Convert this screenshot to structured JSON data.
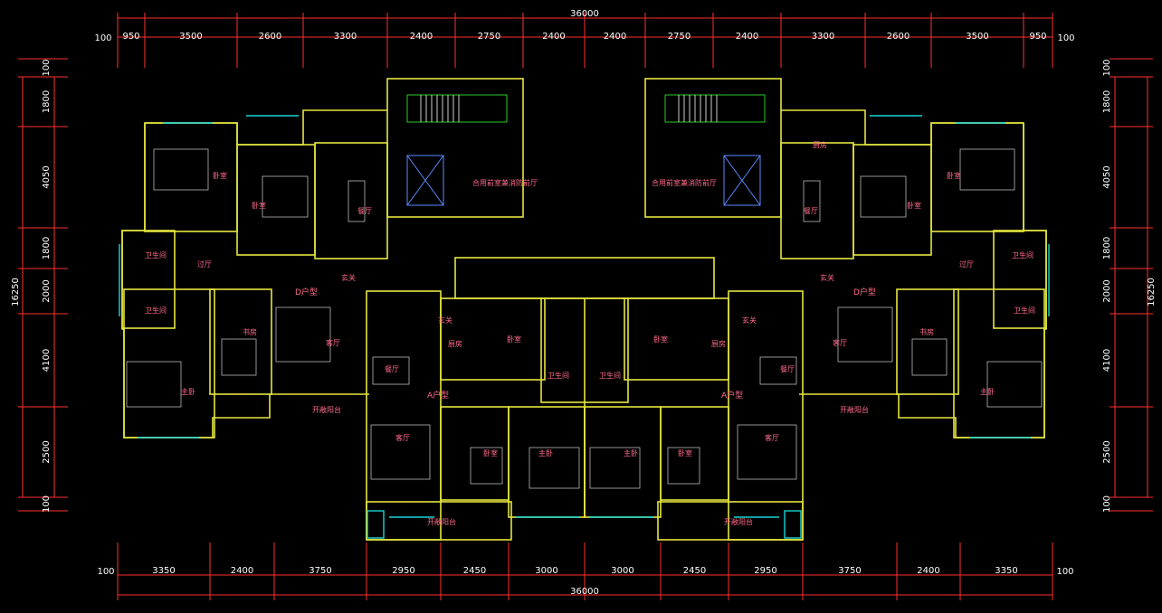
{
  "colors": {
    "background": "#000000",
    "dimension_line": "#ff3030",
    "dimension_text": "#ffffff",
    "wall": "#e6e640",
    "window": "#19d6d6",
    "room_label": "#ff6b8a",
    "furniture": "#b8b8b8",
    "fixture": "#2fe02f"
  },
  "dimensions": {
    "top_total": "36000",
    "bottom_total": "36000",
    "top_segments": [
      "950",
      "3500",
      "2600",
      "3300",
      "2400",
      "2750",
      "2400",
      "2400",
      "2750",
      "2400",
      "3300",
      "2600",
      "3500",
      "950"
    ],
    "top_edge_left": "100",
    "top_edge_right": "100",
    "bottom_segments": [
      "3350",
      "2400",
      "3750",
      "2950",
      "2450",
      "3000",
      "3000",
      "2450",
      "2950",
      "3750",
      "2400",
      "3350"
    ],
    "bottom_edge_left": "100",
    "bottom_edge_right": "100",
    "left_total": "16250",
    "right_total": "16250",
    "vertical_segments": [
      "100",
      "1800",
      "4050",
      "1800",
      "2000",
      "4100",
      "2500",
      "100"
    ]
  },
  "rooms": {
    "stair_hall_left": "合用前室兼消防前厅",
    "stair_hall_right": "合用前室兼消防前厅",
    "bedroom": "卧室",
    "bedroom_b": "卧室",
    "dining": "餐厅",
    "kitchen": "厨房",
    "corridor": "过厅",
    "bath": "卫生间",
    "bath_b": "卫生间",
    "foyer": "玄关",
    "study": "书房",
    "living": "客厅",
    "master": "主卧",
    "balcony": "开敞阳台",
    "unit_d": "D户型",
    "unit_a": "A户型"
  },
  "rooms_right": {
    "kitchen": "厨房",
    "bedroom": "卧室",
    "bedroom_b": "卧室",
    "dining": "餐厅",
    "corridor": "过厅",
    "bath": "卫生间",
    "bath_b": "卫生间",
    "foyer": "玄关",
    "study": "书房",
    "living": "客厅",
    "master": "主卧",
    "balcony": "开敞阳台",
    "unit_d": "D户型",
    "unit_a": "A户型"
  },
  "rooms_center": {
    "kitchen_l": "厨房",
    "bed_l": "卧室",
    "bath_l": "卫生间",
    "bath_r": "卫生间",
    "bed_r": "卧室",
    "kitchen_r": "厨房",
    "foyer_l": "玄关",
    "foyer_r": "玄关",
    "dining_l": "餐厅",
    "dining_r": "餐厅",
    "living_l": "客厅",
    "living_r": "客厅",
    "bed2_l": "卧室",
    "bed2_r": "卧室",
    "master_l": "主卧",
    "master_r": "主卧",
    "balcony_l": "开敞阳台",
    "balcony_r": "开敞阳台"
  }
}
